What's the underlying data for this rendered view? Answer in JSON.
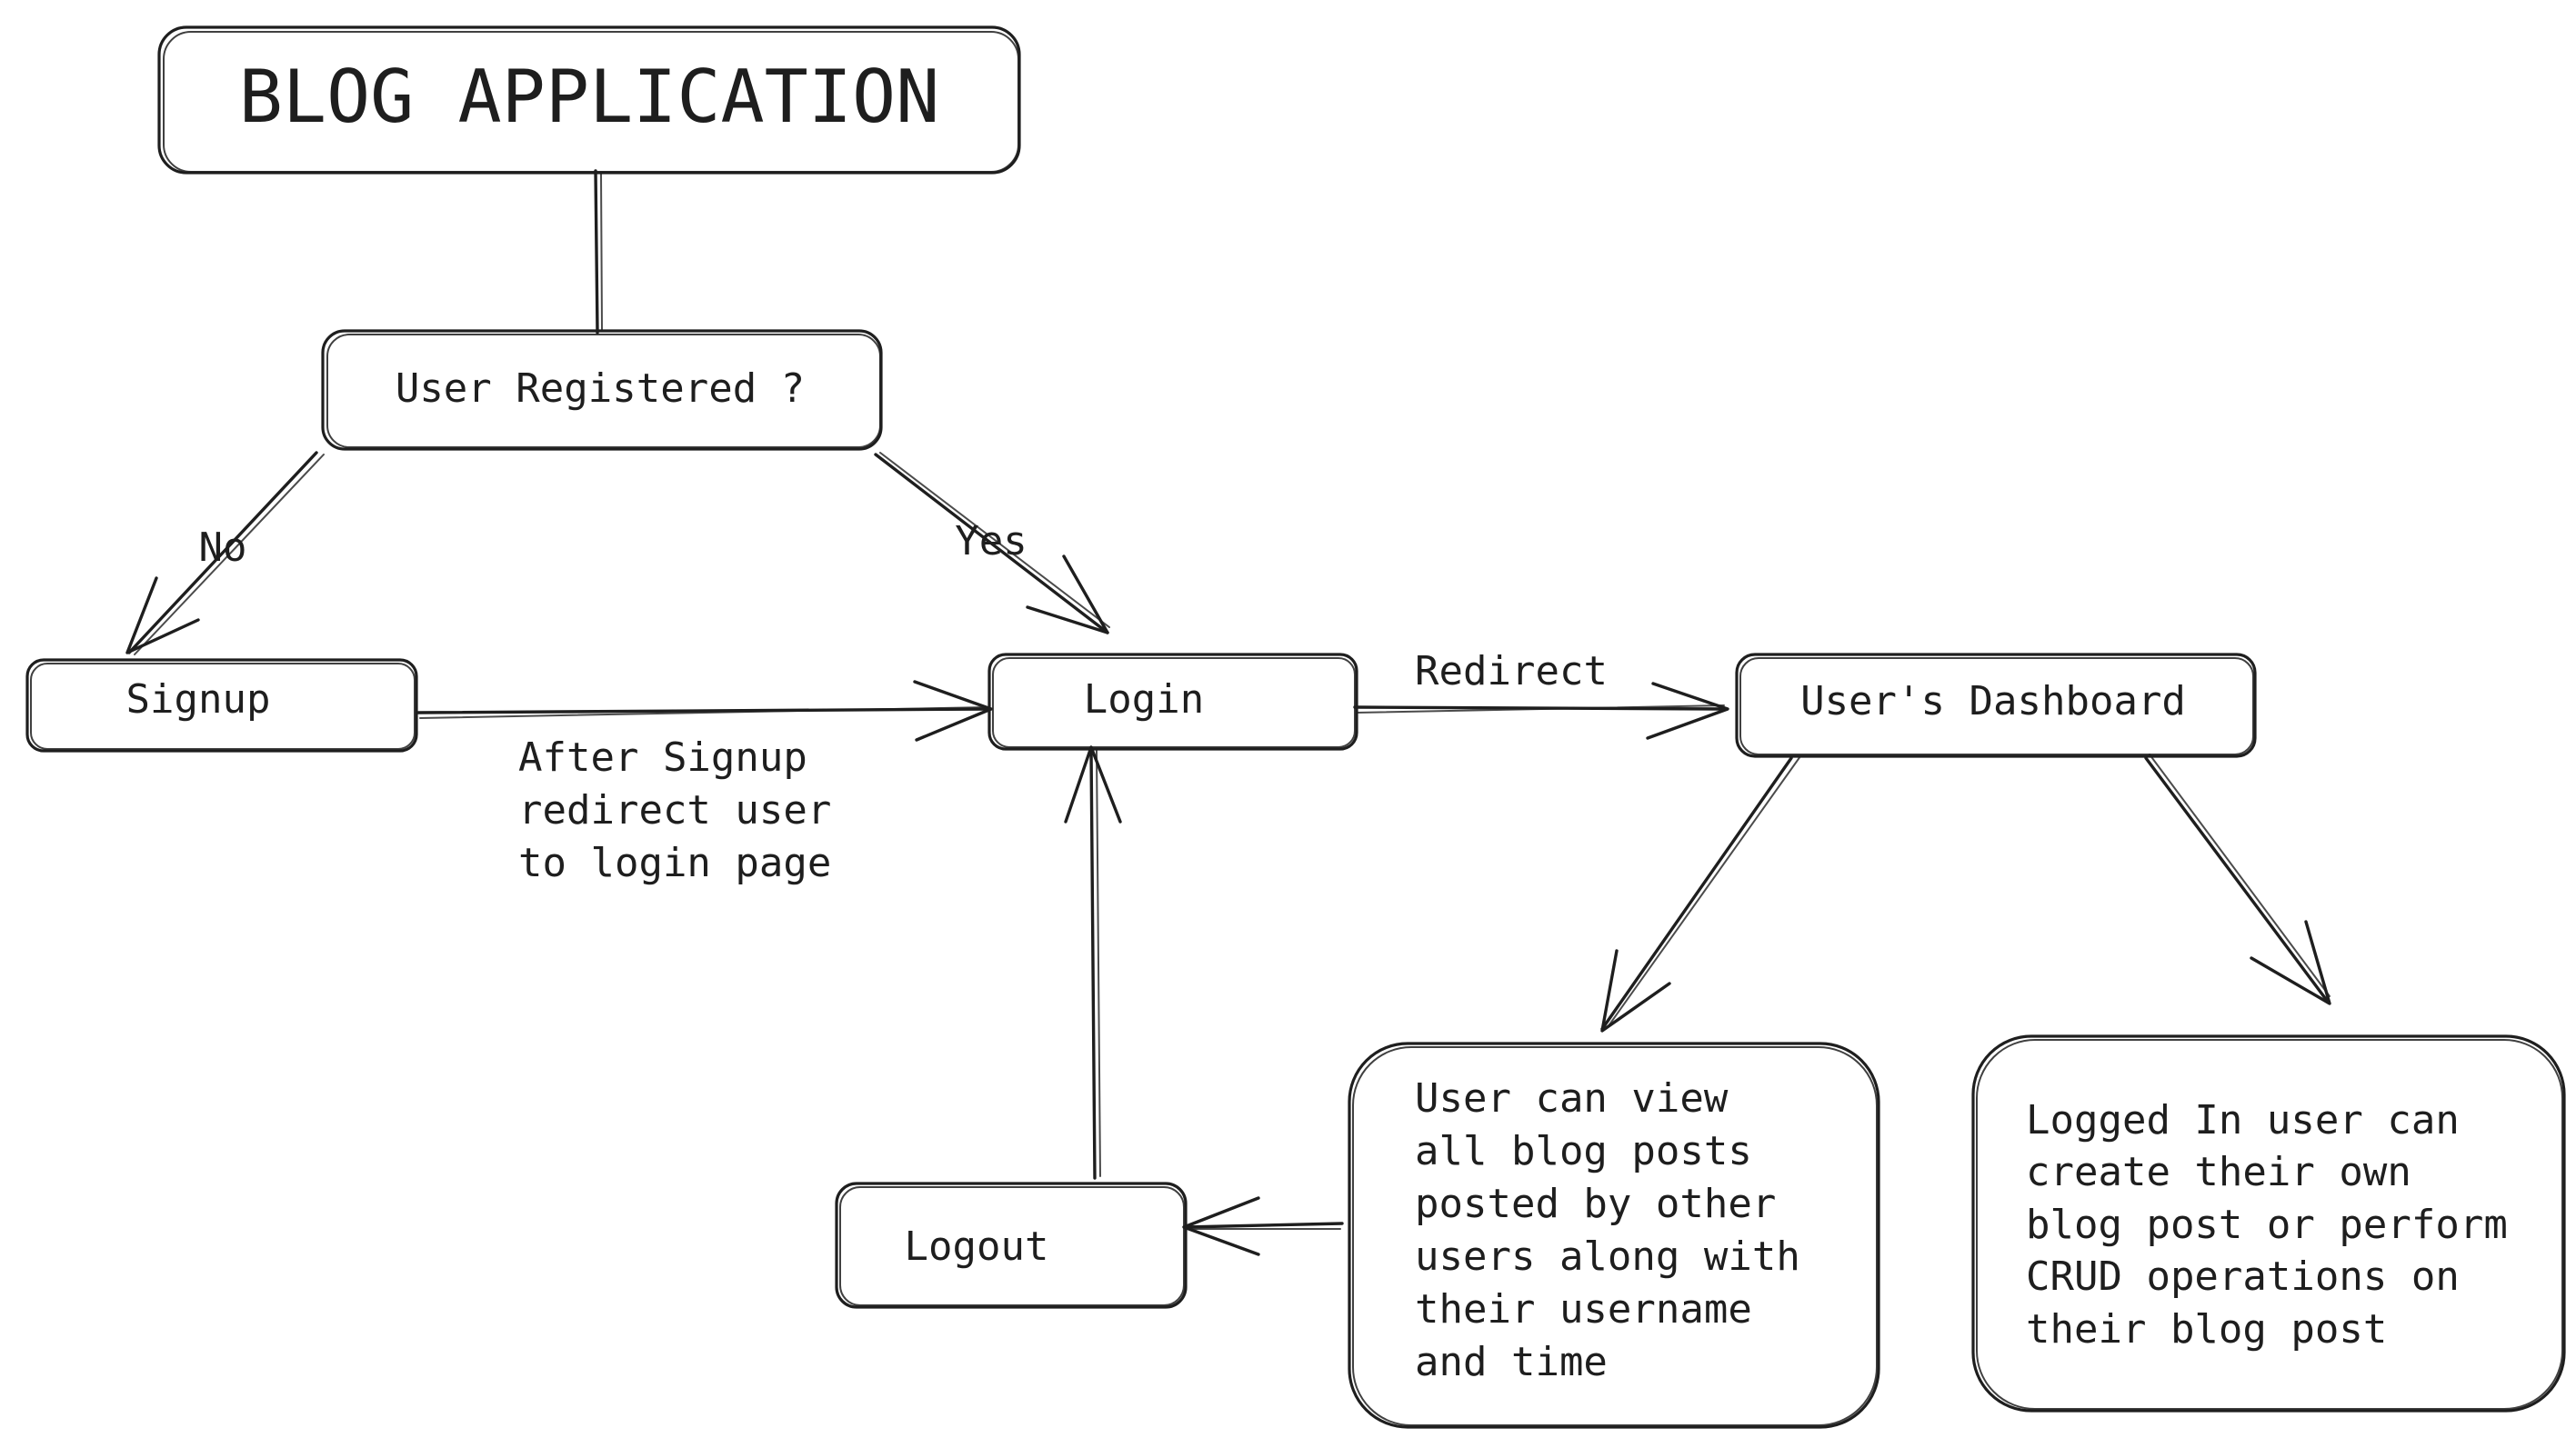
{
  "nodes": {
    "title": "BLOG APPLICATION",
    "user_registered": "User Registered ?",
    "signup": "Signup",
    "login": "Login",
    "dashboard": "User's Dashboard",
    "logout": "Logout",
    "view_posts": [
      "User can view",
      "all blog posts",
      "posted by other",
      "users along with",
      "their username",
      "and time"
    ],
    "crud_posts": [
      "Logged In user can",
      "create their own",
      "blog post or perform",
      "CRUD operations on",
      "their blog post"
    ]
  },
  "edges": {
    "no": "No",
    "yes": "Yes",
    "redirect": "Redirect",
    "after_signup": [
      "After Signup",
      "redirect user",
      "to login page"
    ]
  },
  "colors": {
    "ink": "#1e1e1e",
    "background": "#ffffff"
  }
}
